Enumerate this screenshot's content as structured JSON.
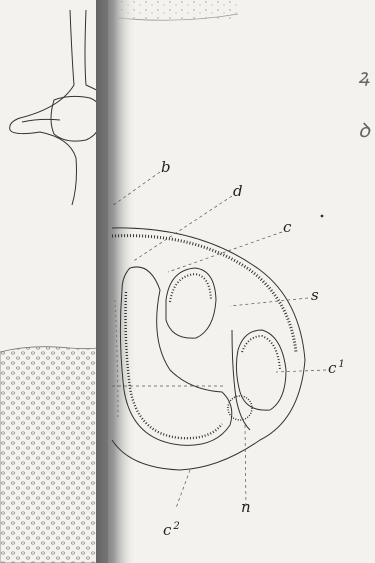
{
  "figure": {
    "labels": {
      "b": "b",
      "d": "d",
      "c": "c",
      "s": "s",
      "c1_main": "c",
      "c1_sup": "1",
      "n": "n",
      "c2_main": "c",
      "c2_sup": "2"
    },
    "margin_glyphs": [
      "ꝝ",
      "ꝺ"
    ],
    "colors": {
      "paper": "#f4f2ee",
      "ink": "#333333",
      "shadow": "#8a8a8a",
      "stipple": "#9b9b9b"
    }
  }
}
